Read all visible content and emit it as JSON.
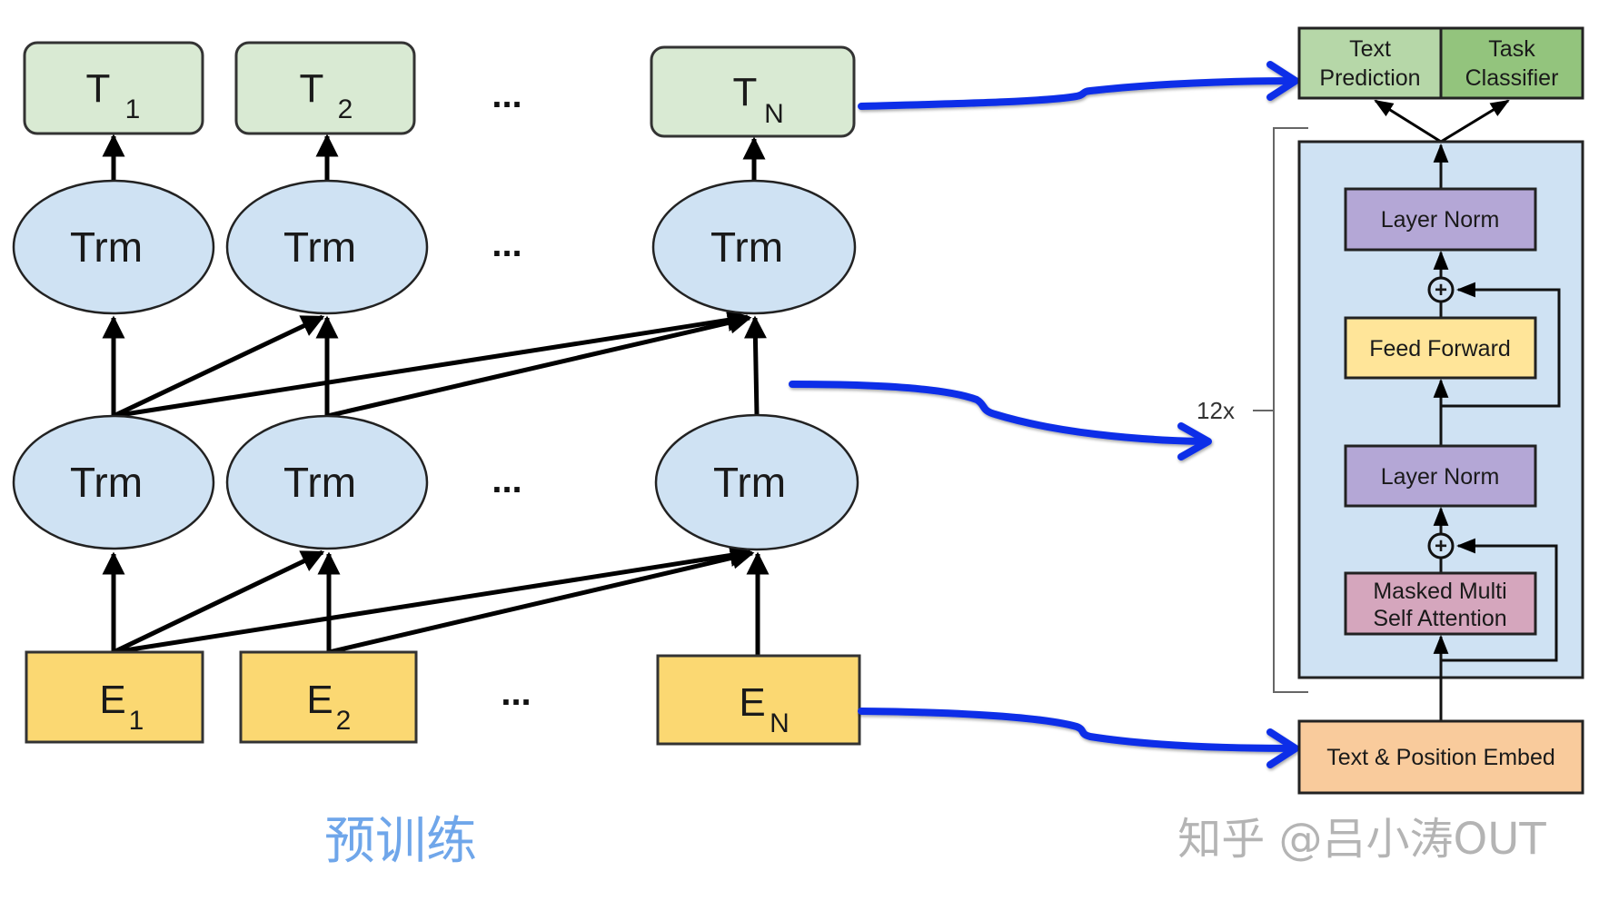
{
  "diagram": {
    "title_caption": "预训练",
    "watermark": "知乎 @吕小涛OUT",
    "ellipsis": "...",
    "left_model": {
      "outputs": [
        {
          "base": "T",
          "sub": "1"
        },
        {
          "base": "T",
          "sub": "2"
        },
        {
          "base": "T",
          "sub": "N"
        }
      ],
      "transformer_label": "Trm",
      "embeddings": [
        {
          "base": "E",
          "sub": "1"
        },
        {
          "base": "E",
          "sub": "2"
        },
        {
          "base": "E",
          "sub": "N"
        }
      ]
    },
    "right_model": {
      "heads": [
        "Text Prediction",
        "Task Classifier"
      ],
      "heads_lines": [
        [
          "Text",
          "Prediction"
        ],
        [
          "Task",
          "Classifier"
        ]
      ],
      "repeat_label": "12x",
      "blocks": {
        "layer_norm_top": "Layer Norm",
        "feed_forward": "Feed Forward",
        "layer_norm_bottom": "Layer Norm",
        "attention_lines": [
          "Masked Multi",
          "Self Attention"
        ]
      },
      "embed": "Text & Position Embed",
      "add_symbol": "+"
    },
    "colors": {
      "output_box": "#d9ead3",
      "transformer": "#cfe2f3",
      "embedding": "#fbd872",
      "head_text_prediction": "#b6d7a8",
      "head_task_classifier": "#93c47d",
      "block_container": "#cfe2f3",
      "layer_norm": "#b4a7d6",
      "feed_forward": "#ffe599",
      "attention": "#d5a6bd",
      "embed": "#f9cb9c",
      "connector_arrow": "#0a2ee8"
    }
  }
}
